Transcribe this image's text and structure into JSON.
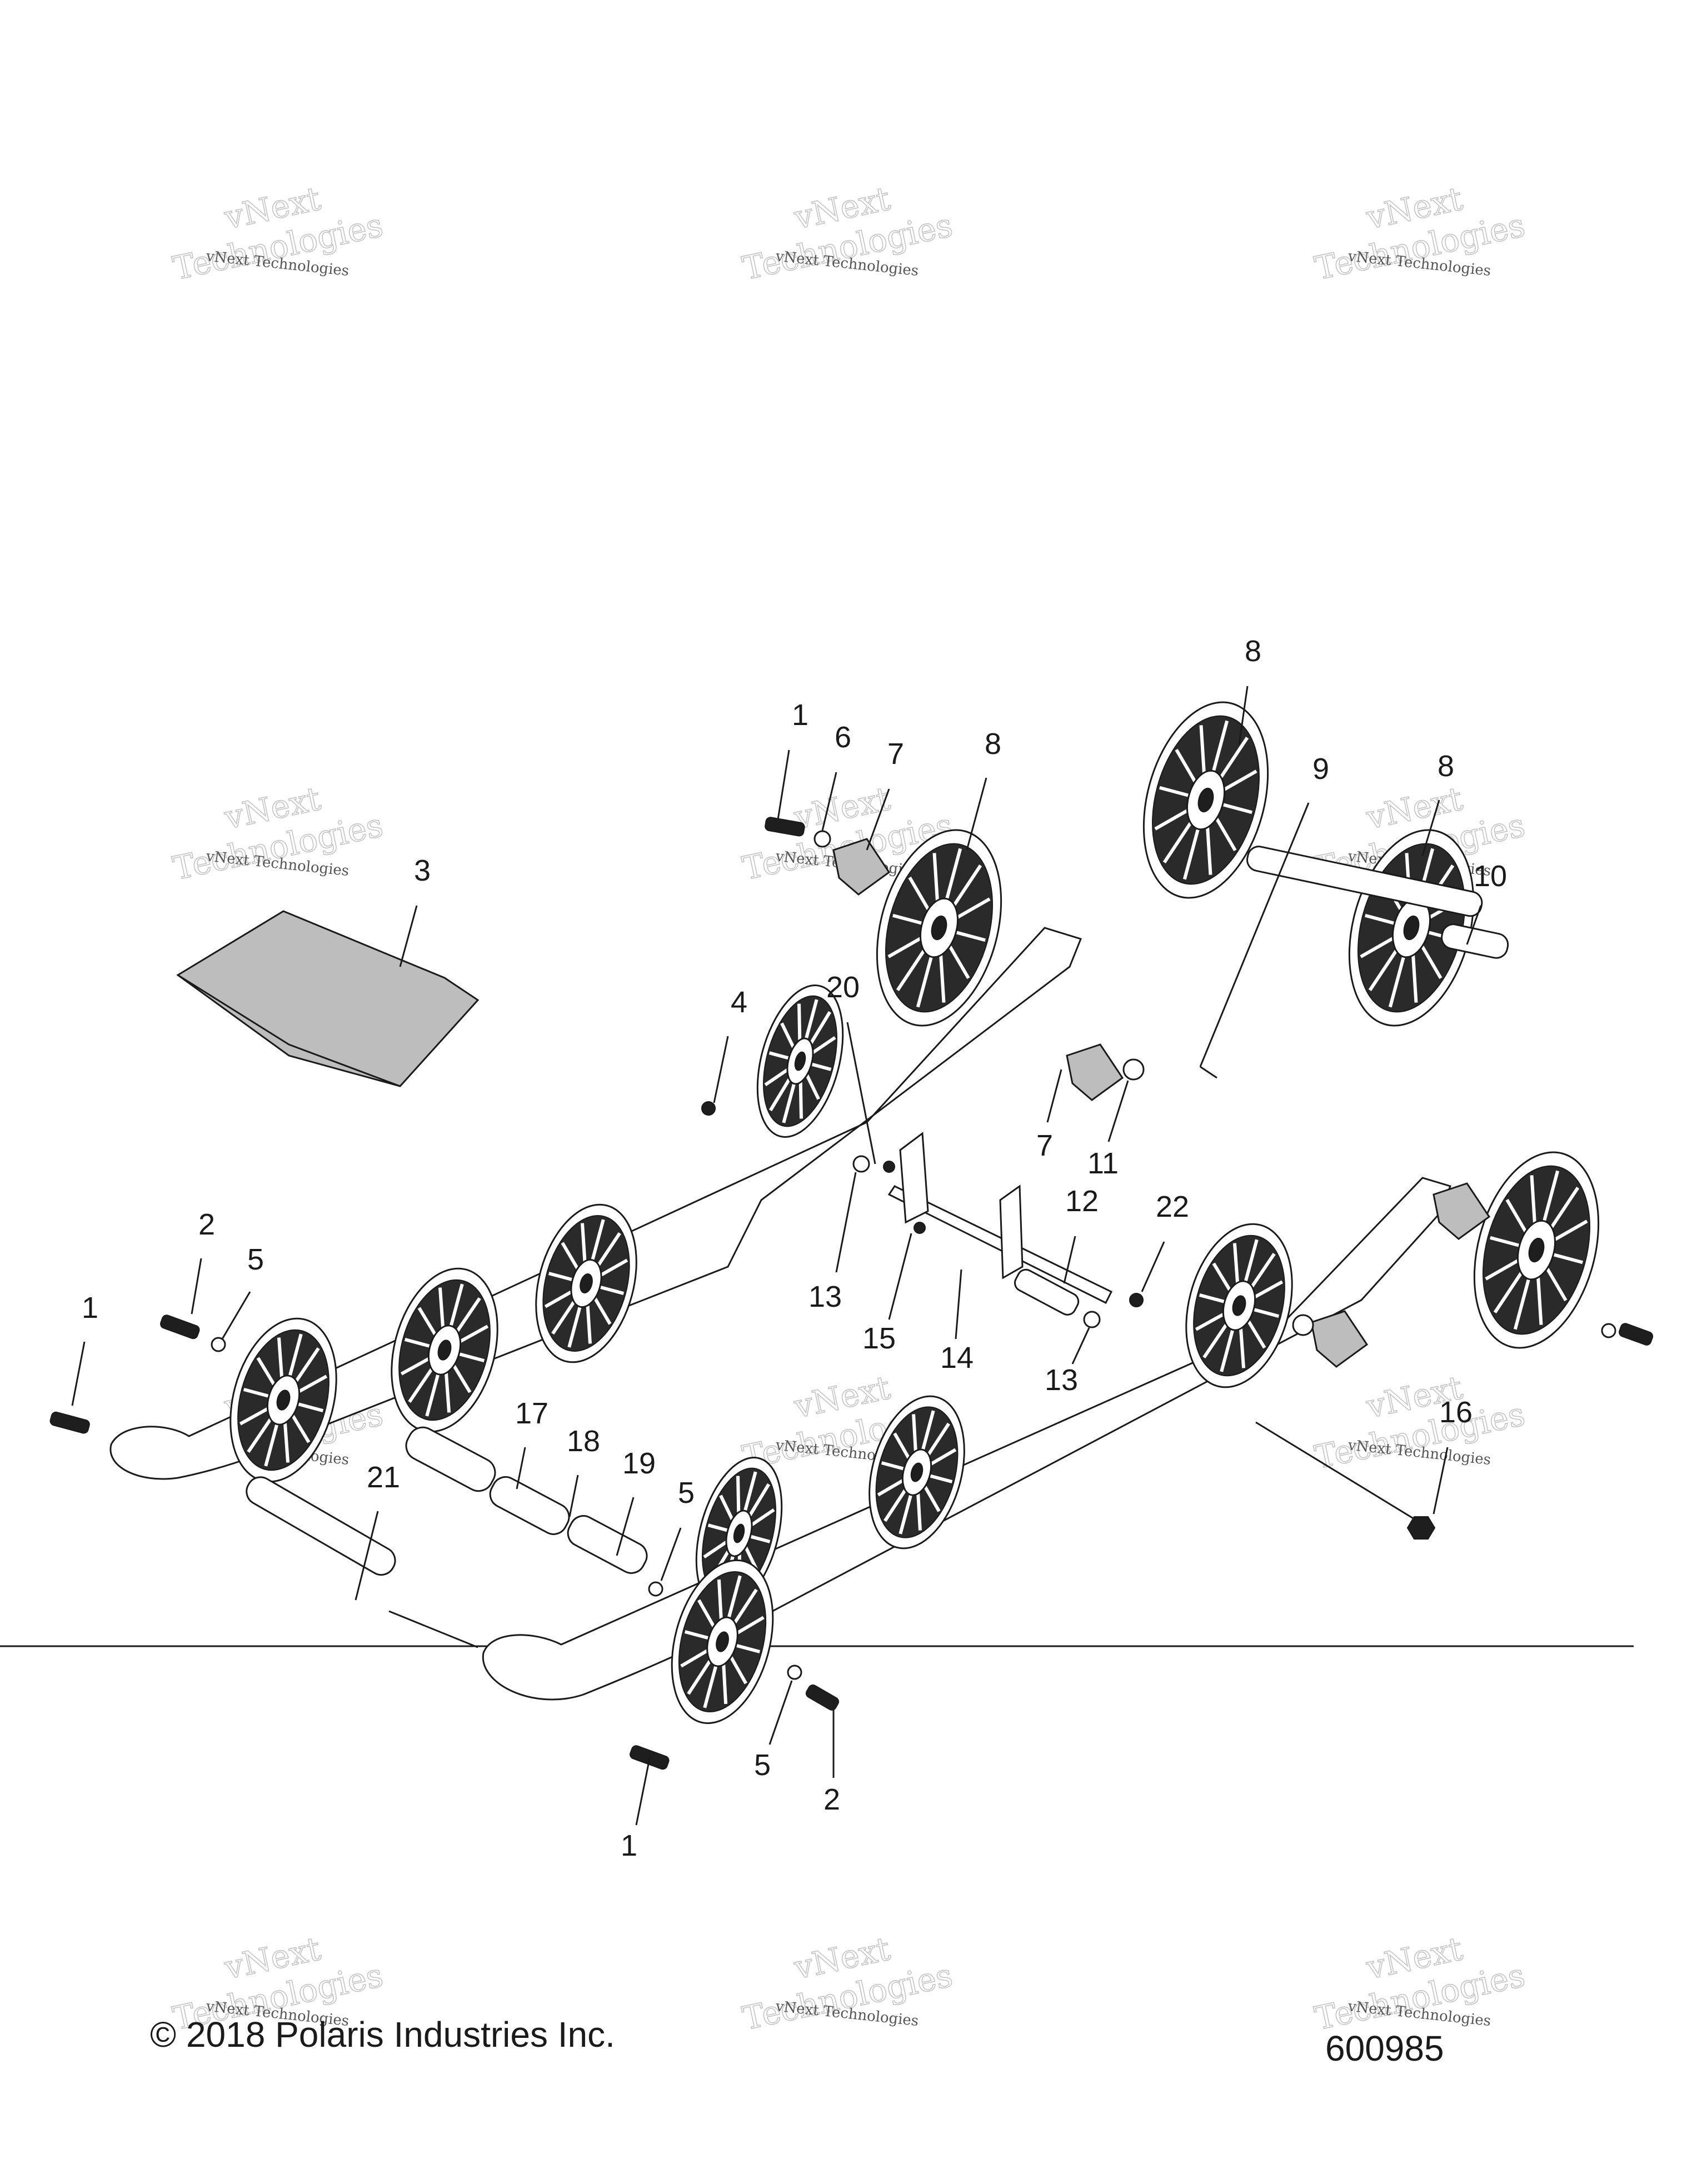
{
  "diagram": {
    "callouts": [
      {
        "id": "1a",
        "label": "1"
      },
      {
        "id": "6",
        "label": "6"
      },
      {
        "id": "7a",
        "label": "7"
      },
      {
        "id": "8a",
        "label": "8"
      },
      {
        "id": "8b",
        "label": "8"
      },
      {
        "id": "9",
        "label": "9"
      },
      {
        "id": "8c",
        "label": "8"
      },
      {
        "id": "10",
        "label": "10"
      },
      {
        "id": "3",
        "label": "3"
      },
      {
        "id": "4",
        "label": "4"
      },
      {
        "id": "20",
        "label": "20"
      },
      {
        "id": "7b",
        "label": "7"
      },
      {
        "id": "11",
        "label": "11"
      },
      {
        "id": "12",
        "label": "12"
      },
      {
        "id": "22",
        "label": "22"
      },
      {
        "id": "13a",
        "label": "13"
      },
      {
        "id": "15",
        "label": "15"
      },
      {
        "id": "14",
        "label": "14"
      },
      {
        "id": "13b",
        "label": "13"
      },
      {
        "id": "2a",
        "label": "2"
      },
      {
        "id": "5a",
        "label": "5"
      },
      {
        "id": "1b",
        "label": "1"
      },
      {
        "id": "17",
        "label": "17"
      },
      {
        "id": "18",
        "label": "18"
      },
      {
        "id": "19",
        "label": "19"
      },
      {
        "id": "5b",
        "label": "5"
      },
      {
        "id": "21",
        "label": "21"
      },
      {
        "id": "16",
        "label": "16"
      },
      {
        "id": "5c",
        "label": "5"
      },
      {
        "id": "2b",
        "label": "2"
      },
      {
        "id": "1c",
        "label": "1"
      }
    ],
    "watermark": {
      "line1": "vNext",
      "line2": "Technologies",
      "small": "vNext Technologies"
    }
  },
  "footer": {
    "copyright": "© 2018 Polaris Industries Inc.",
    "figure_number": "600985"
  }
}
